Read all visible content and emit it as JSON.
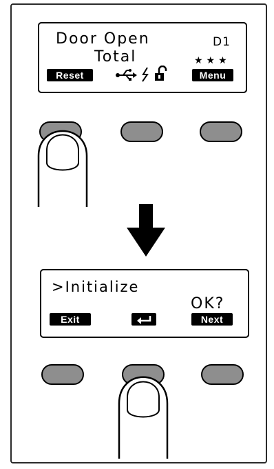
{
  "screen1": {
    "line1": "Door Open",
    "door_id": "D1",
    "line2": "Total",
    "stars": "★★★",
    "left_key": "Reset",
    "right_key": "Menu",
    "status_icons": [
      "usb-icon",
      "power-icon",
      "unlock-icon"
    ]
  },
  "screen2": {
    "line1": ">Initialize",
    "prompt": "OK?",
    "left_key": "Exit",
    "center_key_icon": "enter-icon",
    "right_key": "Next"
  },
  "arrow_icon": "down-arrow-icon",
  "finger_icon": "finger-icon"
}
